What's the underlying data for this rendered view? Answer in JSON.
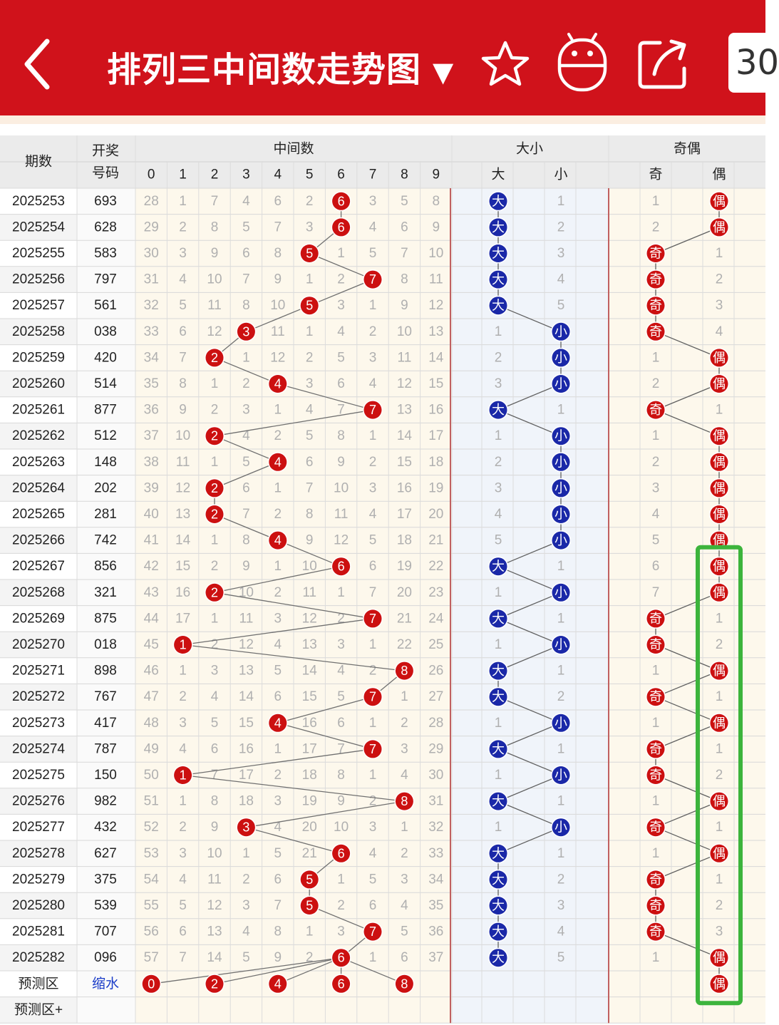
{
  "header": {
    "title": "排列三中间数走势图",
    "dropdown_glyph": "▼",
    "badge": "30",
    "icons": [
      "back-arrow-icon",
      "star-icon",
      "robot-icon",
      "share-icon"
    ]
  },
  "colors": {
    "red": "#cc1010",
    "blue": "#1a28a8",
    "panel": "#fdf8ec",
    "blue_panel": "#f0f4fa",
    "gray_text": "#b0b0b0",
    "green": "#3cb43c"
  },
  "table": {
    "headers": {
      "period": "期数",
      "draw_line1": "开奖",
      "draw_line2": "号码",
      "mid_group": "中间数",
      "size_group": "大小",
      "parity_group": "奇偶",
      "digits": [
        "0",
        "1",
        "2",
        "3",
        "4",
        "5",
        "6",
        "7",
        "8",
        "9"
      ],
      "big": "大",
      "small": "小",
      "odd": "奇",
      "even": "偶"
    },
    "rows": [
      {
        "period": "2025253",
        "draw": "693",
        "mid": [
          28,
          1,
          7,
          4,
          6,
          2,
          "6",
          3,
          5,
          8
        ],
        "big": "大",
        "small": "1",
        "odd": "1",
        "even": "偶"
      },
      {
        "period": "2025254",
        "draw": "628",
        "mid": [
          29,
          2,
          8,
          5,
          7,
          3,
          "6",
          4,
          6,
          9
        ],
        "big": "大",
        "small": "2",
        "odd": "2",
        "even": "偶"
      },
      {
        "period": "2025255",
        "draw": "583",
        "mid": [
          30,
          3,
          9,
          6,
          8,
          "5",
          1,
          5,
          7,
          10
        ],
        "big": "大",
        "small": "3",
        "odd": "奇",
        "even": "1"
      },
      {
        "period": "2025256",
        "draw": "797",
        "mid": [
          31,
          4,
          10,
          7,
          9,
          1,
          2,
          "7",
          8,
          11
        ],
        "big": "大",
        "small": "4",
        "odd": "奇",
        "even": "2"
      },
      {
        "period": "2025257",
        "draw": "561",
        "mid": [
          32,
          5,
          11,
          8,
          10,
          "5",
          3,
          1,
          9,
          12
        ],
        "big": "大",
        "small": "5",
        "odd": "奇",
        "even": "3"
      },
      {
        "period": "2025258",
        "draw": "038",
        "mid": [
          33,
          6,
          12,
          "3",
          11,
          1,
          4,
          2,
          10,
          13
        ],
        "big": "1",
        "small": "小",
        "odd": "奇",
        "even": "4"
      },
      {
        "period": "2025259",
        "draw": "420",
        "mid": [
          34,
          7,
          "2",
          1,
          12,
          2,
          5,
          3,
          11,
          14
        ],
        "big": "2",
        "small": "小",
        "odd": "1",
        "even": "偶"
      },
      {
        "period": "2025260",
        "draw": "514",
        "mid": [
          35,
          8,
          1,
          2,
          "4",
          3,
          6,
          4,
          12,
          15
        ],
        "big": "3",
        "small": "小",
        "odd": "2",
        "even": "偶"
      },
      {
        "period": "2025261",
        "draw": "877",
        "mid": [
          36,
          9,
          2,
          3,
          1,
          4,
          7,
          "7",
          13,
          16
        ],
        "big": "大",
        "small": "1",
        "odd": "奇",
        "even": "1"
      },
      {
        "period": "2025262",
        "draw": "512",
        "mid": [
          37,
          10,
          "2",
          4,
          2,
          5,
          8,
          1,
          14,
          17
        ],
        "big": "1",
        "small": "小",
        "odd": "1",
        "even": "偶"
      },
      {
        "period": "2025263",
        "draw": "148",
        "mid": [
          38,
          11,
          1,
          5,
          "4",
          6,
          9,
          2,
          15,
          18
        ],
        "big": "2",
        "small": "小",
        "odd": "2",
        "even": "偶"
      },
      {
        "period": "2025264",
        "draw": "202",
        "mid": [
          39,
          12,
          "2",
          6,
          1,
          7,
          10,
          3,
          16,
          19
        ],
        "big": "3",
        "small": "小",
        "odd": "3",
        "even": "偶"
      },
      {
        "period": "2025265",
        "draw": "281",
        "mid": [
          40,
          13,
          "2",
          7,
          2,
          8,
          11,
          4,
          17,
          20
        ],
        "big": "4",
        "small": "小",
        "odd": "4",
        "even": "偶"
      },
      {
        "period": "2025266",
        "draw": "742",
        "mid": [
          41,
          14,
          1,
          8,
          "4",
          9,
          12,
          5,
          18,
          21
        ],
        "big": "5",
        "small": "小",
        "odd": "5",
        "even": "偶"
      },
      {
        "period": "2025267",
        "draw": "856",
        "mid": [
          42,
          15,
          2,
          9,
          1,
          10,
          "6",
          6,
          19,
          22
        ],
        "big": "大",
        "small": "1",
        "odd": "6",
        "even": "偶"
      },
      {
        "period": "2025268",
        "draw": "321",
        "mid": [
          43,
          16,
          "2",
          10,
          2,
          11,
          1,
          7,
          20,
          23
        ],
        "big": "1",
        "small": "小",
        "odd": "7",
        "even": "偶"
      },
      {
        "period": "2025269",
        "draw": "875",
        "mid": [
          44,
          17,
          1,
          11,
          3,
          12,
          2,
          "7",
          21,
          24
        ],
        "big": "大",
        "small": "1",
        "odd": "奇",
        "even": "1"
      },
      {
        "period": "2025270",
        "draw": "018",
        "mid": [
          45,
          "1",
          2,
          12,
          4,
          13,
          3,
          1,
          22,
          25
        ],
        "big": "1",
        "small": "小",
        "odd": "奇",
        "even": "2"
      },
      {
        "period": "2025271",
        "draw": "898",
        "mid": [
          46,
          1,
          3,
          13,
          5,
          14,
          4,
          2,
          "8",
          26
        ],
        "big": "大",
        "small": "1",
        "odd": "1",
        "even": "偶"
      },
      {
        "period": "2025272",
        "draw": "767",
        "mid": [
          47,
          2,
          4,
          14,
          6,
          15,
          5,
          "7",
          1,
          27
        ],
        "big": "大",
        "small": "2",
        "odd": "奇",
        "even": "1"
      },
      {
        "period": "2025273",
        "draw": "417",
        "mid": [
          48,
          3,
          5,
          15,
          "4",
          16,
          6,
          1,
          2,
          28
        ],
        "big": "1",
        "small": "小",
        "odd": "1",
        "even": "偶"
      },
      {
        "period": "2025274",
        "draw": "787",
        "mid": [
          49,
          4,
          6,
          16,
          1,
          17,
          7,
          "7",
          3,
          29
        ],
        "big": "大",
        "small": "1",
        "odd": "奇",
        "even": "1"
      },
      {
        "period": "2025275",
        "draw": "150",
        "mid": [
          50,
          "1",
          7,
          17,
          2,
          18,
          8,
          1,
          4,
          30
        ],
        "big": "1",
        "small": "小",
        "odd": "奇",
        "even": "2"
      },
      {
        "period": "2025276",
        "draw": "982",
        "mid": [
          51,
          1,
          8,
          18,
          3,
          19,
          9,
          2,
          "8",
          31
        ],
        "big": "大",
        "small": "1",
        "odd": "1",
        "even": "偶"
      },
      {
        "period": "2025277",
        "draw": "432",
        "mid": [
          52,
          2,
          9,
          "3",
          4,
          20,
          10,
          3,
          1,
          32
        ],
        "big": "1",
        "small": "小",
        "odd": "奇",
        "even": "1"
      },
      {
        "period": "2025278",
        "draw": "627",
        "mid": [
          53,
          3,
          10,
          1,
          5,
          21,
          "6",
          4,
          2,
          33
        ],
        "big": "大",
        "small": "1",
        "odd": "1",
        "even": "偶"
      },
      {
        "period": "2025279",
        "draw": "375",
        "mid": [
          54,
          4,
          11,
          2,
          6,
          "5",
          1,
          5,
          3,
          34
        ],
        "big": "大",
        "small": "2",
        "odd": "奇",
        "even": "1"
      },
      {
        "period": "2025280",
        "draw": "539",
        "mid": [
          55,
          5,
          12,
          3,
          7,
          "5",
          2,
          6,
          4,
          35
        ],
        "big": "大",
        "small": "3",
        "odd": "奇",
        "even": "2"
      },
      {
        "period": "2025281",
        "draw": "707",
        "mid": [
          56,
          6,
          13,
          4,
          8,
          1,
          3,
          "7",
          5,
          36
        ],
        "big": "大",
        "small": "4",
        "odd": "奇",
        "even": "3"
      },
      {
        "period": "2025282",
        "draw": "096",
        "mid": [
          57,
          7,
          14,
          5,
          9,
          2,
          "6",
          1,
          6,
          37
        ],
        "big": "大",
        "small": "5",
        "odd": "1",
        "even": "偶"
      }
    ],
    "predict_label": "预测区",
    "predict_link": "缩水",
    "predict_balls": [
      "0",
      "2",
      "4",
      "6",
      "8"
    ],
    "predict_even": "偶",
    "predict2_label": "预测区+"
  }
}
